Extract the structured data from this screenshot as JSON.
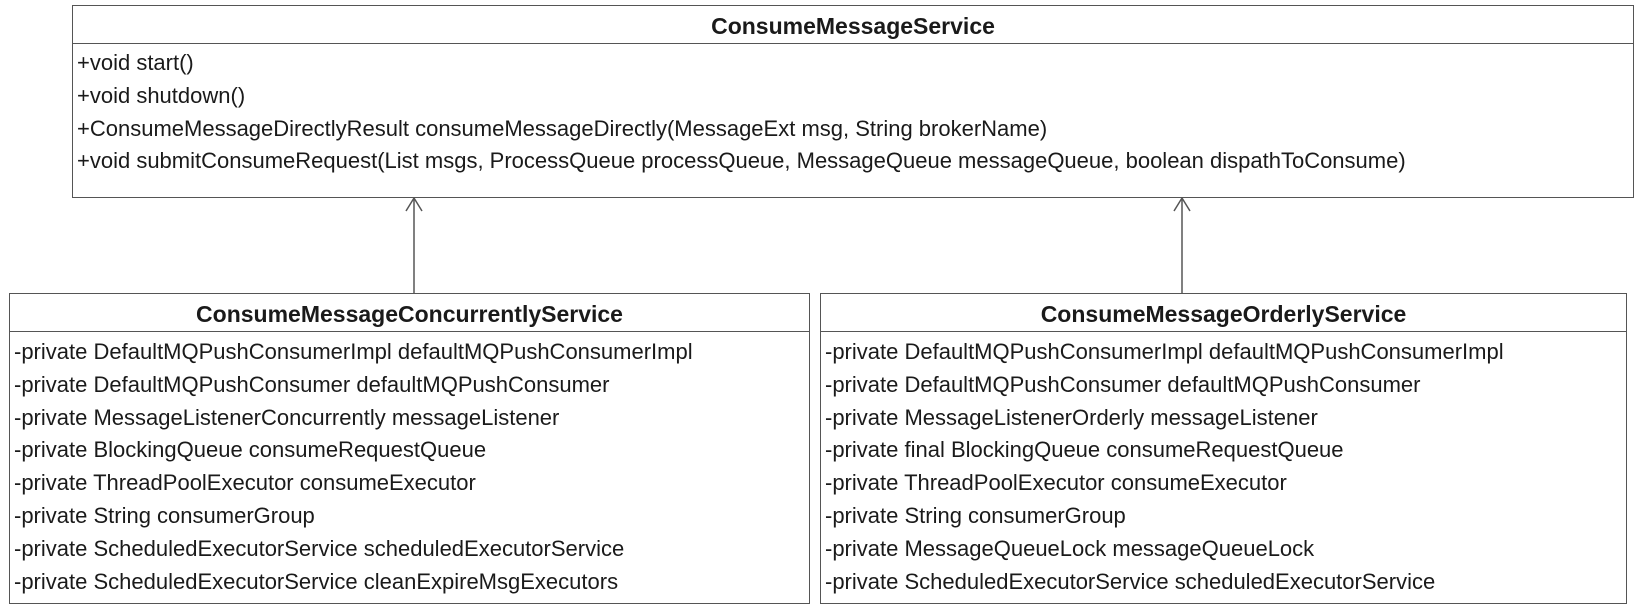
{
  "parent": {
    "name": "ConsumeMessageService",
    "methods": [
      "+void start()",
      "+void shutdown()",
      "+ConsumeMessageDirectlyResult consumeMessageDirectly(MessageExt msg, String brokerName)",
      "+void submitConsumeRequest(List msgs, ProcessQueue processQueue, MessageQueue messageQueue, boolean dispathToConsume)"
    ]
  },
  "concurrently": {
    "name": "ConsumeMessageConcurrentlyService",
    "fields": [
      "-private DefaultMQPushConsumerImpl defaultMQPushConsumerImpl",
      "-private DefaultMQPushConsumer defaultMQPushConsumer",
      "-private MessageListenerConcurrently messageListener",
      "-private BlockingQueue consumeRequestQueue",
      "-private ThreadPoolExecutor consumeExecutor",
      "-private String consumerGroup",
      "-private ScheduledExecutorService scheduledExecutorService",
      "-private ScheduledExecutorService cleanExpireMsgExecutors"
    ]
  },
  "orderly": {
    "name": "ConsumeMessageOrderlyService",
    "fields": [
      "-private DefaultMQPushConsumerImpl defaultMQPushConsumerImpl",
      "-private DefaultMQPushConsumer defaultMQPushConsumer",
      "-private MessageListenerOrderly messageListener",
      "-private final BlockingQueue consumeRequestQueue",
      "-private ThreadPoolExecutor consumeExecutor",
      "-private String consumerGroup",
      "-private MessageQueueLock messageQueueLock",
      "-private ScheduledExecutorService scheduledExecutorService"
    ]
  }
}
